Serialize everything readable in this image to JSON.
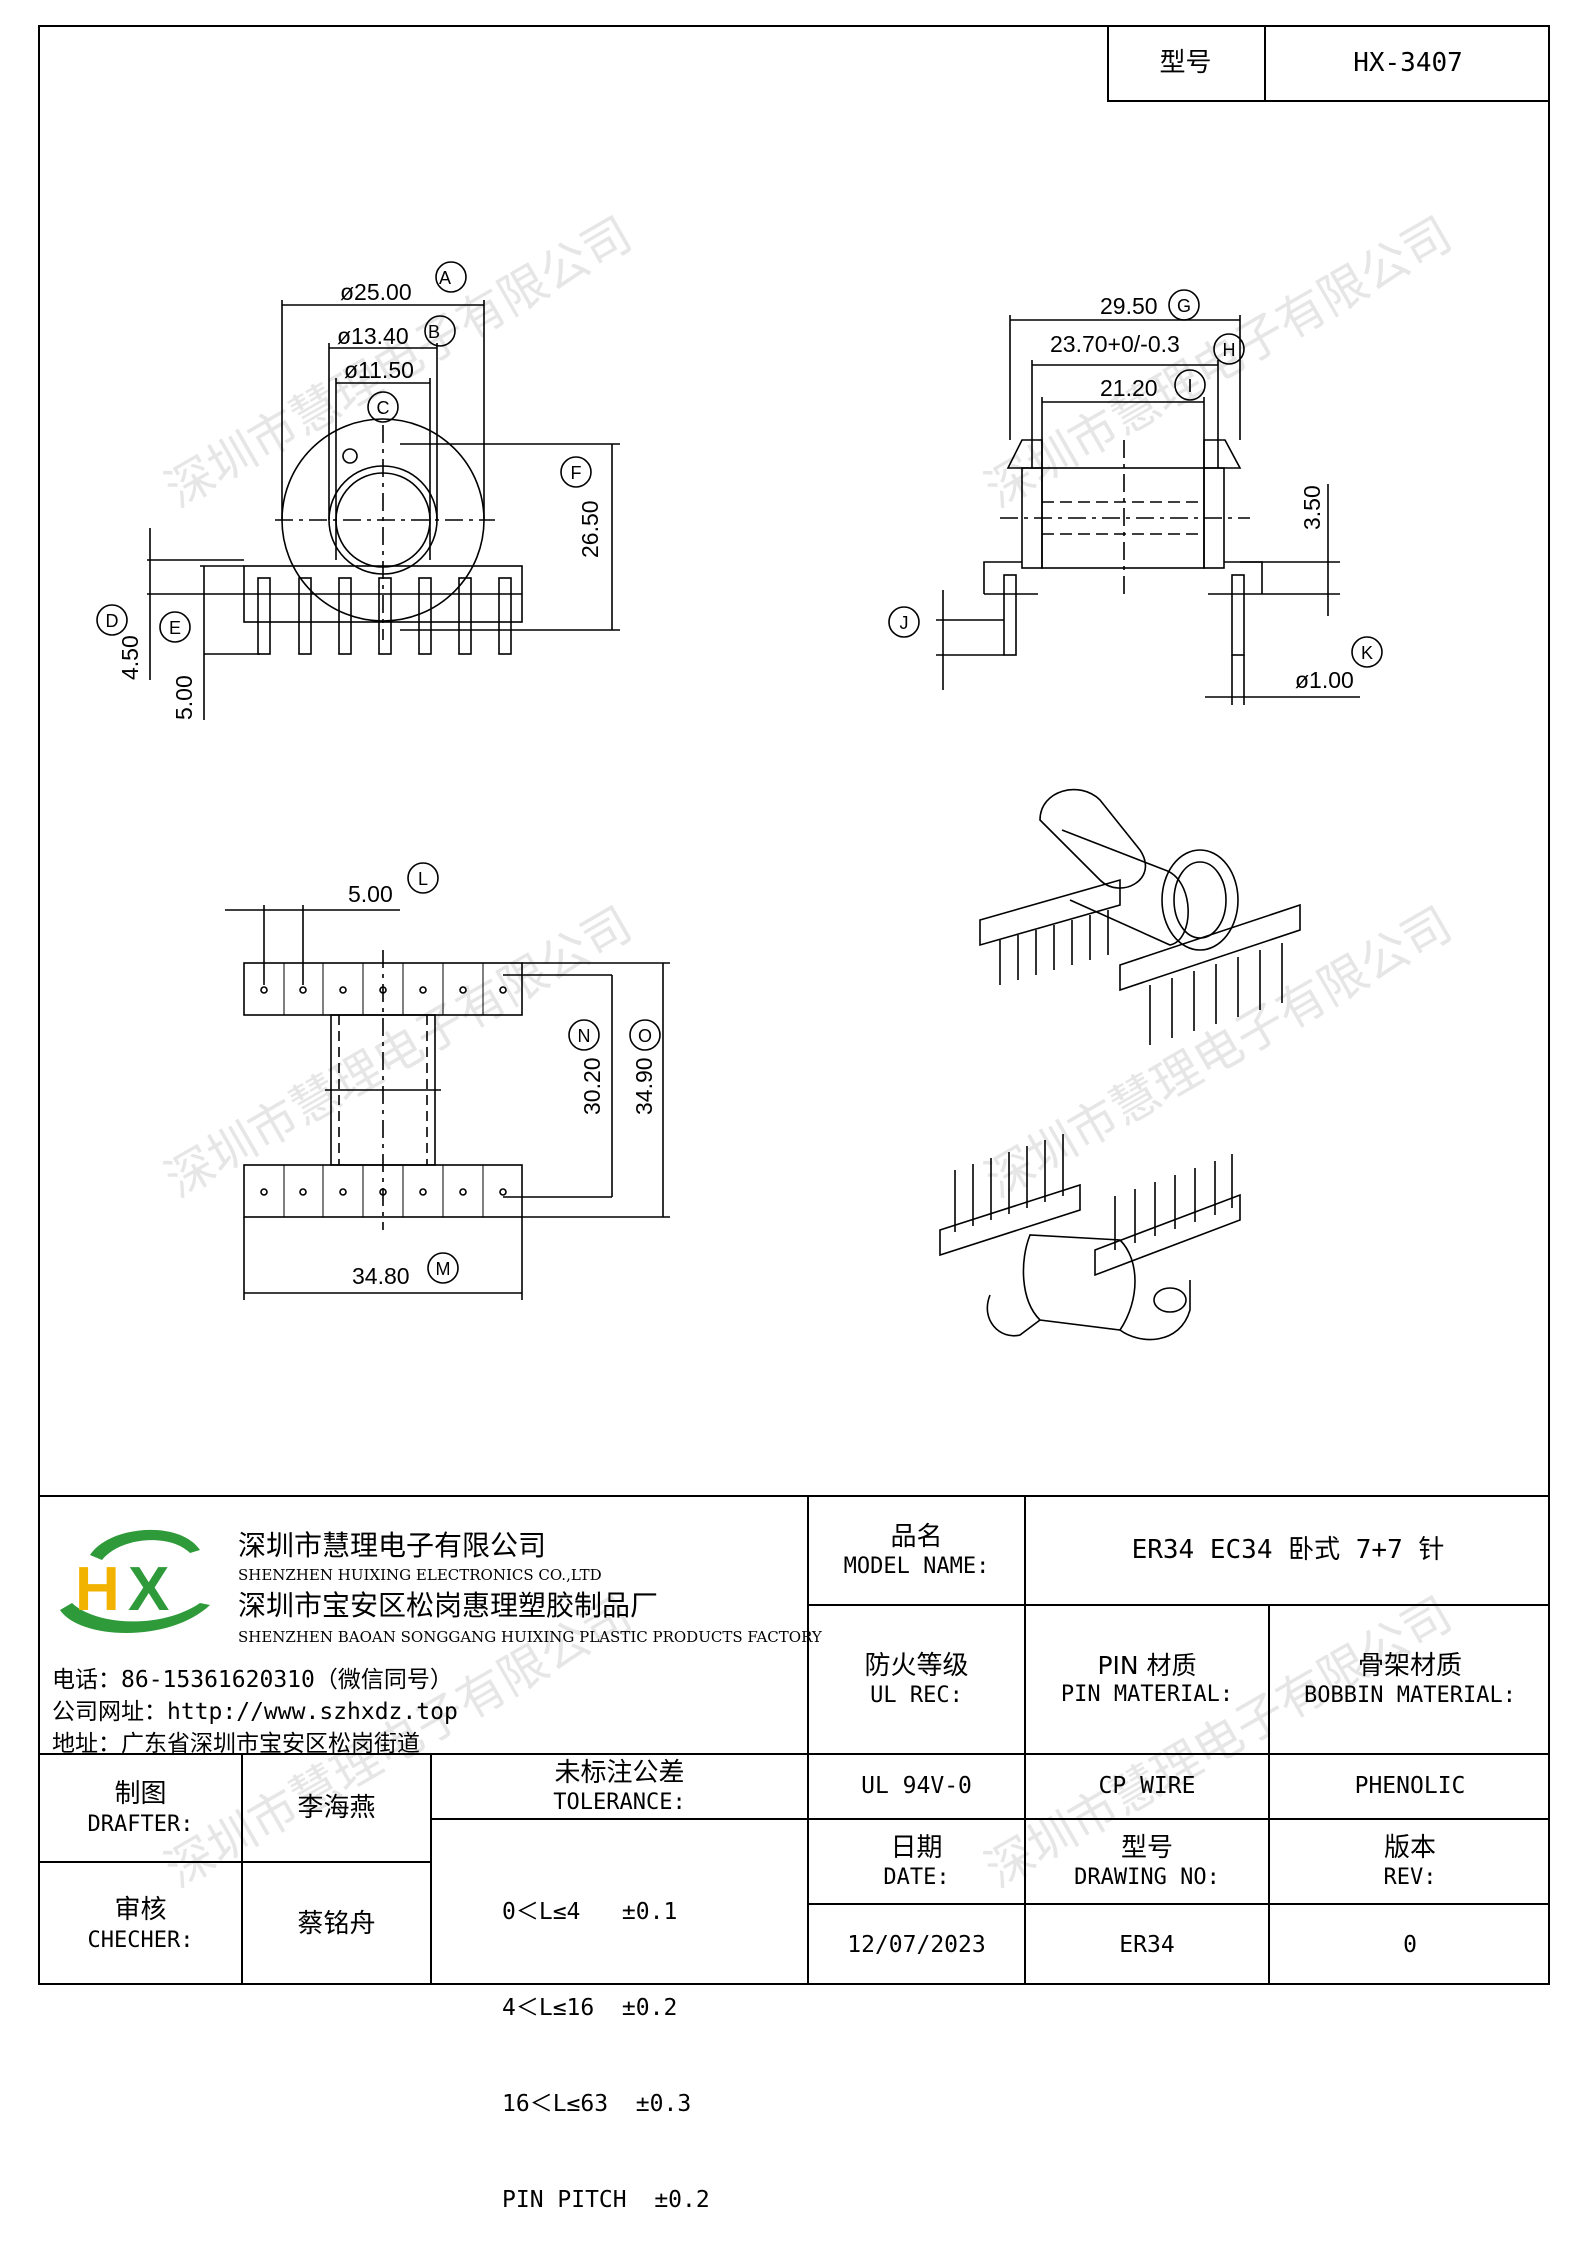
{
  "title_block": {
    "model_label": "型号",
    "model_value": "HX-3407",
    "company": {
      "name_cn": "深圳市慧理电子有限公司",
      "name_en": "SHENZHEN HUIXING ELECTRONICS CO.,LTD",
      "factory_cn": "深圳市宝安区松岗惠理塑胶制品厂",
      "factory_en": "SHENZHEN BAOAN SONGGANG HUIXING PLASTIC PRODUCTS FACTORY",
      "phone": "电话：86-15361620310（微信同号）",
      "website": "公司网址：http://www.szhxdz.top",
      "address": "地址：广东省深圳市宝安区松岗街道",
      "logo_letters": "HX",
      "logo_colors": [
        "#2e9a3a",
        "#f2b300"
      ]
    },
    "model_name": {
      "label_cn": "品名",
      "label_en": "MODEL NAME:",
      "value": "ER34 EC34 卧式 7+7 针"
    },
    "ul": {
      "label_cn": "防火等级",
      "label_en": "UL REC:",
      "value": "UL 94V-0"
    },
    "pin_material": {
      "label_cn": "PIN 材质",
      "label_en": "PIN MATERIAL:",
      "value": "CP WIRE"
    },
    "bobbin_material": {
      "label_cn": "骨架材质",
      "label_en": "BOBBIN MATERIAL:",
      "value": "PHENOLIC"
    },
    "drafter": {
      "label_cn": "制图",
      "label_en": "DRAFTER:",
      "value": "李海燕"
    },
    "checker": {
      "label_cn": "审核",
      "label_en": "CHECHER:",
      "value": "蔡铭舟"
    },
    "tolerance": {
      "label_cn": "未标注公差",
      "label_en": "TOLERANCE:",
      "lines": [
        "0＜L≤4   ±0.1",
        "4＜L≤16  ±0.2",
        "16＜L≤63  ±0.3",
        "PIN PITCH  ±0.2"
      ]
    },
    "date": {
      "label_cn": "日期",
      "label_en": "DATE:",
      "value": "12/07/2023"
    },
    "drawing_no": {
      "label_cn": "型号",
      "label_en": "DRAWING NO:",
      "value": "ER34"
    },
    "rev": {
      "label_cn": "版本",
      "label_en": "REV:",
      "value": "0"
    }
  },
  "watermark": "深圳市慧理电子有限公司",
  "dimensions": {
    "a": "ø25.00",
    "a_tag": "A",
    "b": "ø13.40",
    "b_tag": "B",
    "c": "ø11.50",
    "c_tag": "C",
    "f": "26.50",
    "f_tag": "F",
    "d": "4.50",
    "d_tag": "D",
    "e": "5.00",
    "e_tag": "E",
    "g": "29.50",
    "g_tag": "G",
    "h": "23.70+0/-0.3",
    "h_tag": "H",
    "i": "21.20",
    "i_tag": "I",
    "j_tag": "J",
    "k": "ø1.00",
    "k_tag": "K",
    "side_h": "3.50",
    "l": "5.00",
    "l_tag": "L",
    "n": "30.20",
    "n_tag": "N",
    "o": "34.90",
    "o_tag": "O",
    "m": "34.80",
    "m_tag": "M"
  }
}
